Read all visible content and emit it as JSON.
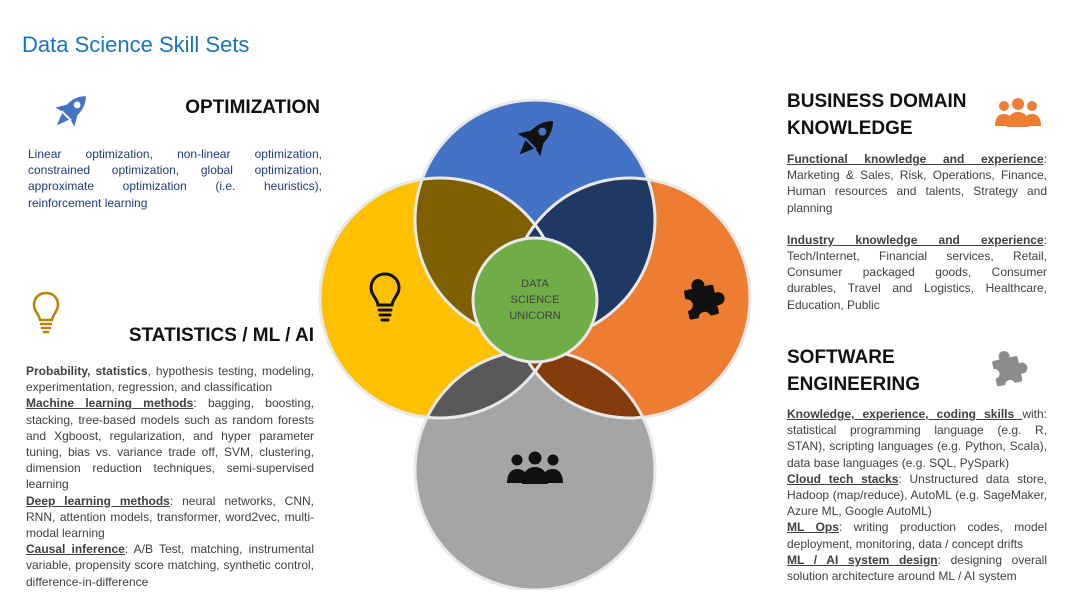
{
  "title": "Data Science Skill Sets",
  "center_label": [
    "DATA",
    "SCIENCE",
    "UNICORN"
  ],
  "colors": {
    "title": "#1a73c2",
    "optimization_circle": "#4472c4",
    "business_circle": "#ed7d31",
    "software_circle": "#a5a5a5",
    "statistics_circle": "#ffc000",
    "center": "#70ad47",
    "icon_orange": "#ed7d31",
    "icon_gold": "#b8860b",
    "icon_gray": "#8c8c8c",
    "icon_blue": "#4472c4"
  },
  "icons": {
    "optimization": "rocket-icon",
    "statistics": "lightbulb-icon",
    "business": "people-icon",
    "software": "puzzle-icon"
  },
  "optimization": {
    "heading": "OPTIMIZATION",
    "text": "Linear optimization, non-linear optimization, constrained optimization, global optimization, approximate optimization (i.e. heuristics), reinforcement learning"
  },
  "statistics": {
    "heading": "STATISTICS / ML / AI",
    "items": [
      {
        "label": "Probability, statistics",
        "text": ", hypothesis testing, modeling, experimentation, regression, and classification"
      },
      {
        "label": "Machine learning methods",
        "text": ": bagging, boosting, stacking, tree-based models such as random forests and Xgboost, regularization, and hyper parameter tuning, bias vs. variance trade off, SVM, clustering, dimension reduction techniques, semi-supervised learning"
      },
      {
        "label": "Deep learning methods",
        "text": ": neural networks, CNN, RNN, attention models, transformer, word2vec, multi-modal learning"
      },
      {
        "label": "Causal inference",
        "text": ": A/B Test, matching, instrumental variable, propensity score matching, synthetic control, difference-in-difference"
      }
    ]
  },
  "business": {
    "heading_line1": "BUSINESS DOMAIN",
    "heading_line2": "KNOWLEDGE",
    "items": [
      {
        "label": "Functional knowledge and experience",
        "text": ": Marketing & Sales, Risk, Operations, Finance, Human resources and talents, Strategy and planning"
      },
      {
        "label": "Industry knowledge and experience",
        "text": ": Tech/Internet, Financial services, Retail, Consumer packaged goods, Consumer durables, Travel and Logistics, Healthcare, Education, Public"
      }
    ]
  },
  "software": {
    "heading_line1": "SOFTWARE",
    "heading_line2": "ENGINEERING",
    "items": [
      {
        "label": "Knowledge, experience, coding skills ",
        "text": "with: statistical programming language (e.g. R, STAN), scripting languages (e.g. Python, Scala), data base languages (e.g. SQL, PySpark)"
      },
      {
        "label": "Cloud tech stacks",
        "text": ": Unstructured data store, Hadoop (map/reduce), AutoML (e.g. SageMaker, Azure ML, Google AutoML)"
      },
      {
        "label": "ML Ops",
        "text": ": writing production codes, model deployment, monitoring, data / concept drifts"
      },
      {
        "label": "ML / AI system design",
        "text": ": designing overall solution architecture around ML / AI system"
      }
    ]
  }
}
